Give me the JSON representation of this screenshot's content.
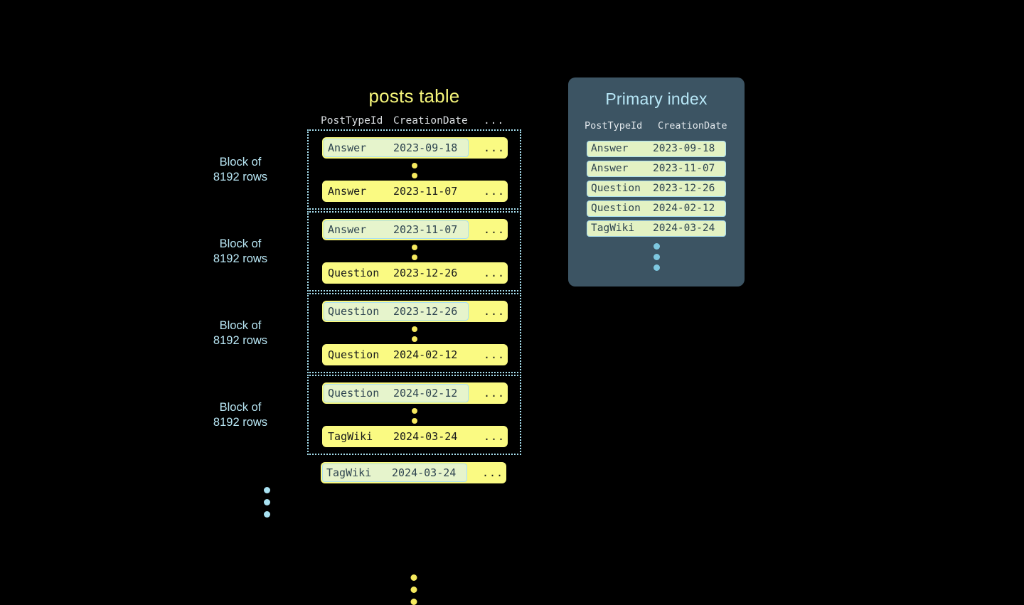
{
  "posts_table": {
    "title": "posts table",
    "columns": [
      "PostTypeId",
      "CreationDate",
      "..."
    ],
    "blocks": [
      {
        "label": "Block of\n8192 rows",
        "first_row": {
          "post_type_id": "Answer",
          "creation_date": "2023-09-18",
          "more": "...",
          "highlighted": true
        },
        "last_row": {
          "post_type_id": "Answer",
          "creation_date": "2023-11-07",
          "more": "...",
          "highlighted": false
        }
      },
      {
        "label": "Block of\n8192 rows",
        "first_row": {
          "post_type_id": "Answer",
          "creation_date": "2023-11-07",
          "more": "...",
          "highlighted": true
        },
        "last_row": {
          "post_type_id": "Question",
          "creation_date": "2023-12-26",
          "more": "...",
          "highlighted": false
        }
      },
      {
        "label": "Block of\n8192 rows",
        "first_row": {
          "post_type_id": "Question",
          "creation_date": "2023-12-26",
          "more": "...",
          "highlighted": true
        },
        "last_row": {
          "post_type_id": "Question",
          "creation_date": "2024-02-12",
          "more": "...",
          "highlighted": false
        }
      },
      {
        "label": "Block of\n8192 rows",
        "first_row": {
          "post_type_id": "Question",
          "creation_date": "2024-02-12",
          "more": "...",
          "highlighted": true
        },
        "last_row": {
          "post_type_id": "TagWiki",
          "creation_date": "2024-03-24",
          "more": "...",
          "highlighted": false
        }
      }
    ],
    "trailing_row": {
      "post_type_id": "TagWiki",
      "creation_date": "2024-03-24",
      "more": "...",
      "highlighted": true
    }
  },
  "primary_index": {
    "title": "Primary index",
    "columns": [
      "PostTypeId",
      "CreationDate"
    ],
    "rows": [
      {
        "post_type_id": "Answer",
        "creation_date": "2023-09-18"
      },
      {
        "post_type_id": "Answer",
        "creation_date": "2023-11-07"
      },
      {
        "post_type_id": "Question",
        "creation_date": "2023-12-26"
      },
      {
        "post_type_id": "Question",
        "creation_date": "2024-02-12"
      },
      {
        "post_type_id": "TagWiki",
        "creation_date": "2024-03-24"
      }
    ]
  },
  "colors": {
    "background": "#000000",
    "row_yellow": "#fafa82",
    "highlight_green": "#e6f4cc",
    "accent_blue": "#a9e2f2",
    "panel_slate": "#3c5463",
    "title_yellow": "#f5f57a",
    "index_title_blue": "#b6e6f6",
    "yellow_dot": "#f5e95e",
    "index_dot_blue": "#7ec8e0"
  }
}
